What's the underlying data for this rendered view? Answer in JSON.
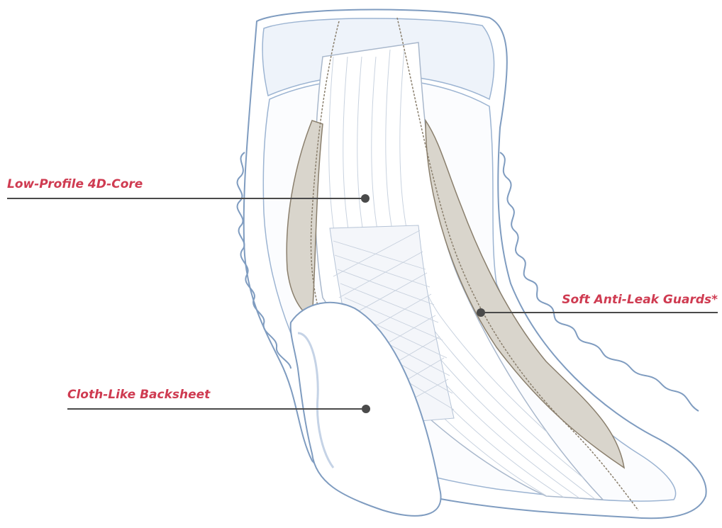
{
  "colors": {
    "label": "#cf3b51",
    "leader": "#4a4a4a",
    "outline": "#7f9cc0",
    "fill": "#ffffff",
    "guard": "#d9d5cc",
    "stitch": "#8a7f6d"
  },
  "product_image": {
    "icon": "incontinence-pad-illustration"
  },
  "callouts": [
    {
      "label": "Low-Profile 4D-Core"
    },
    {
      "label": "Soft Anti-Leak Guards*"
    },
    {
      "label": "Cloth-Like Backsheet"
    }
  ]
}
